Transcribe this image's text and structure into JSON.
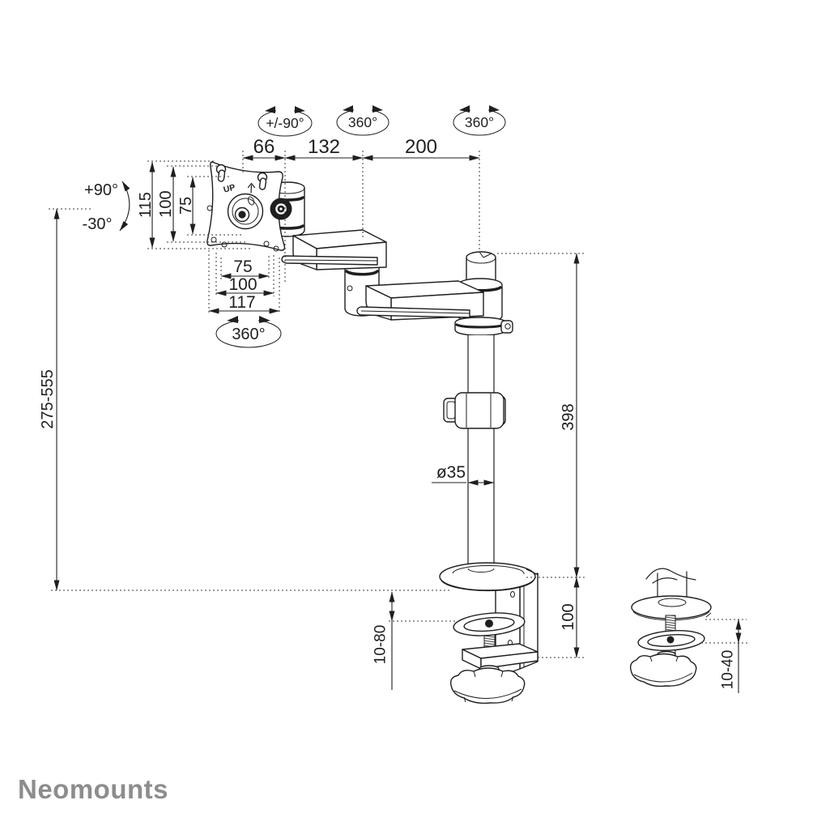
{
  "brand": {
    "logo": "Neomounts"
  },
  "labels": {
    "swivel_front": "+/-90°",
    "rotate_mid": "360°",
    "rotate_pole": "360°",
    "rotate_vesa": "360°",
    "tilt_up": "+90°",
    "tilt_down": "-30°",
    "up": "UP"
  },
  "dims": {
    "front_offset": "66",
    "mid_arm": "132",
    "rear_arm": "200",
    "plate_height": "115",
    "vesa_v100": "100",
    "vesa_v75": "75",
    "vesa_h75": "75",
    "vesa_h100": "100",
    "plate_width": "117",
    "height_range": "275-555",
    "pole_diameter": "ø35",
    "pole_length": "398",
    "bracket_height": "100",
    "clamp_range": "10-80",
    "grommet_range": "10-40"
  },
  "colors": {
    "line": "#1f1f1f",
    "logo": "#8d8d8d",
    "background": "#ffffff"
  }
}
